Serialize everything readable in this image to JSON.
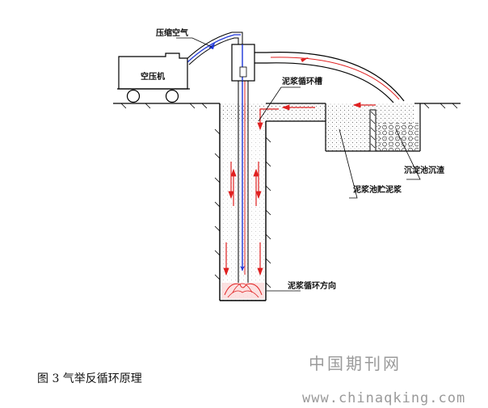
{
  "labels": {
    "compressed_air": "压缩空气",
    "air_compressor": "空压机",
    "mud_channel": "泥浆循环槽",
    "settling_pit": "沉淀池沉渣",
    "mud_pit": "泥浆池贮泥浆",
    "circulation_direction": "泥浆循环方向"
  },
  "caption": "图 3 气举反循环原理",
  "watermark": {
    "cn": "中国期刊网",
    "url": "www.chinaqking.com"
  },
  "colors": {
    "flow_red": "#e02020",
    "air_blue": "#1d35d8",
    "line": "#000000",
    "watermark": "#9a9a9a"
  }
}
